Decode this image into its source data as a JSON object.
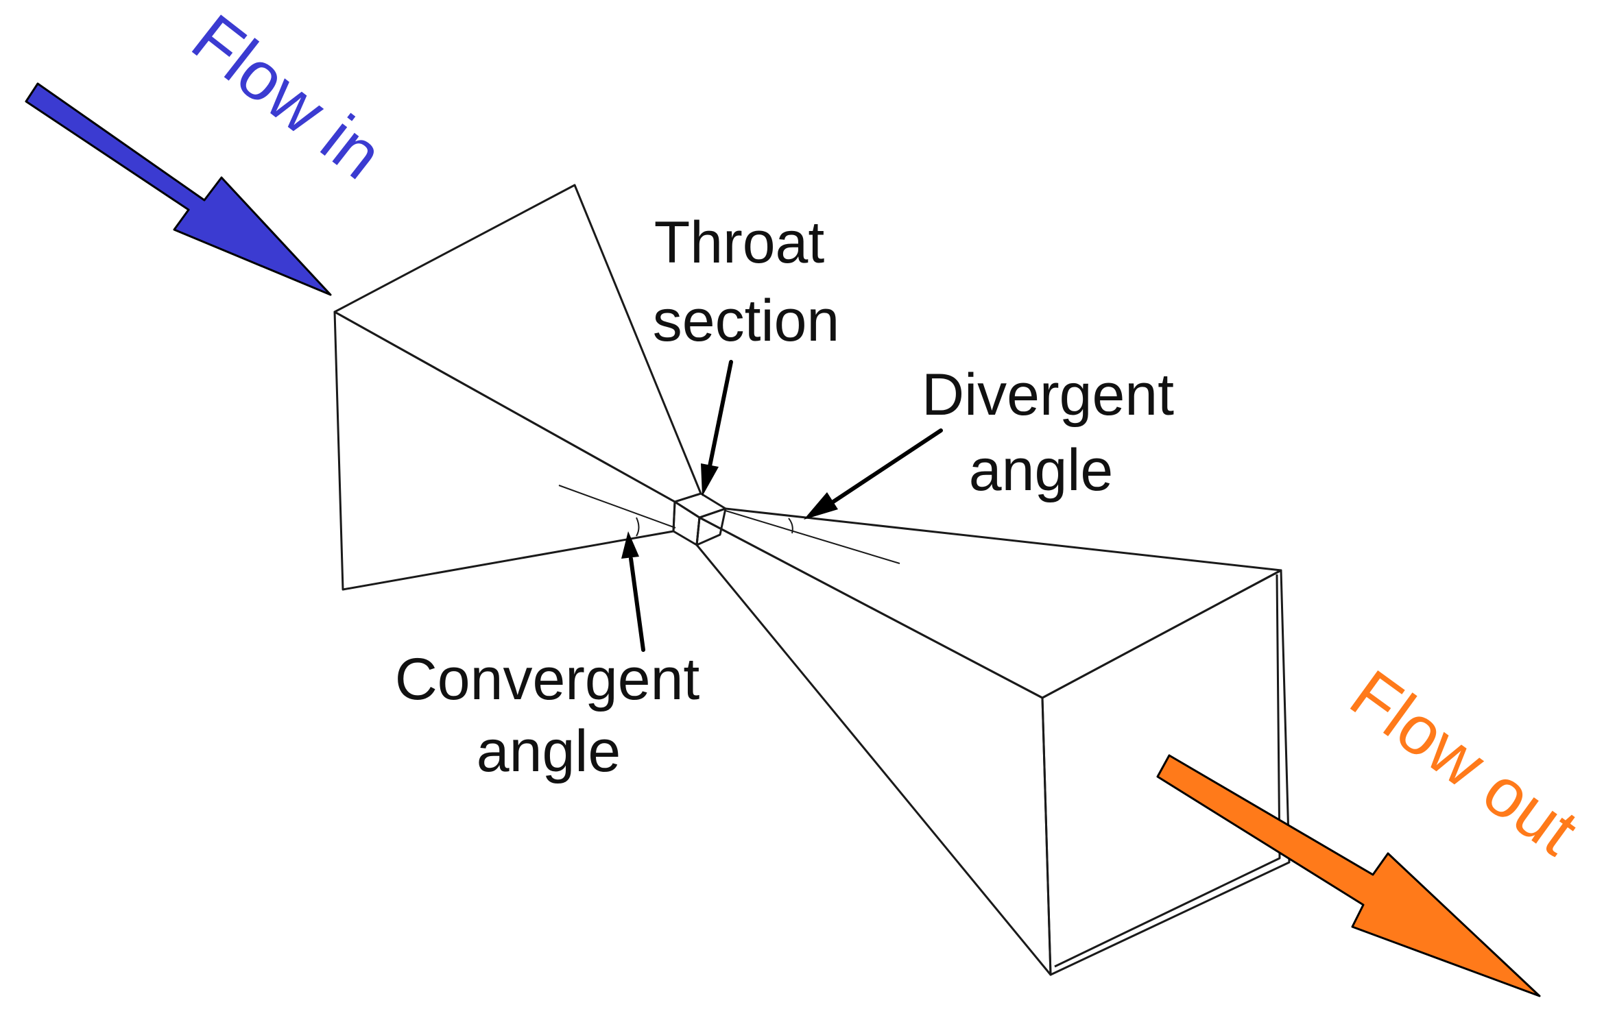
{
  "labels": {
    "flow_in": "Flow in",
    "flow_out": "Flow out",
    "throat_line1": "Throat",
    "throat_line2": "section",
    "divergent_line1": "Divergent",
    "divergent_line2": "angle",
    "convergent_line1": "Convergent",
    "convergent_line2": "angle"
  },
  "colors": {
    "flow_in": "#3b3bd1",
    "flow_out": "#ff7a1a",
    "face_light": "#a6a6a6",
    "face_mid": "#878787",
    "face_dark": "#6f6f6f",
    "face_darker": "#5a5a5a",
    "outlet_face": "#8f8f8f"
  },
  "icons": {
    "flow_in_arrow": "arrow-down-right",
    "flow_out_arrow": "arrow-down-right"
  }
}
